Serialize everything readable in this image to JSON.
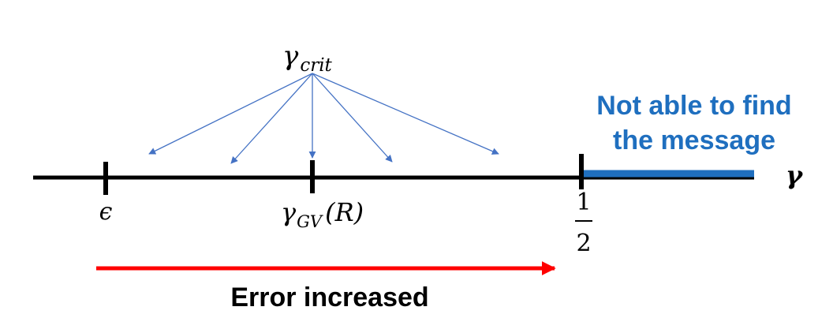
{
  "labels": {
    "gamma_crit_main": "γ",
    "gamma_crit_sub": "crit",
    "epsilon": "ϵ",
    "gamma_gv_main": "γ",
    "gamma_gv_sub": "GV",
    "gamma_gv_arg": "(R)",
    "half_numerator": "1",
    "half_denominator": "2",
    "gamma_axis": "γ",
    "not_able_line1": "Not able to find",
    "not_able_line2": "the message",
    "error_increased": "Error increased"
  },
  "colors": {
    "axis": "#000000",
    "blue_segment": "#1f6fbf",
    "blue_text": "#1f6fbf",
    "arrows": "#4472c4",
    "error_arrow": "#ff0000",
    "error_text": "#000000"
  }
}
